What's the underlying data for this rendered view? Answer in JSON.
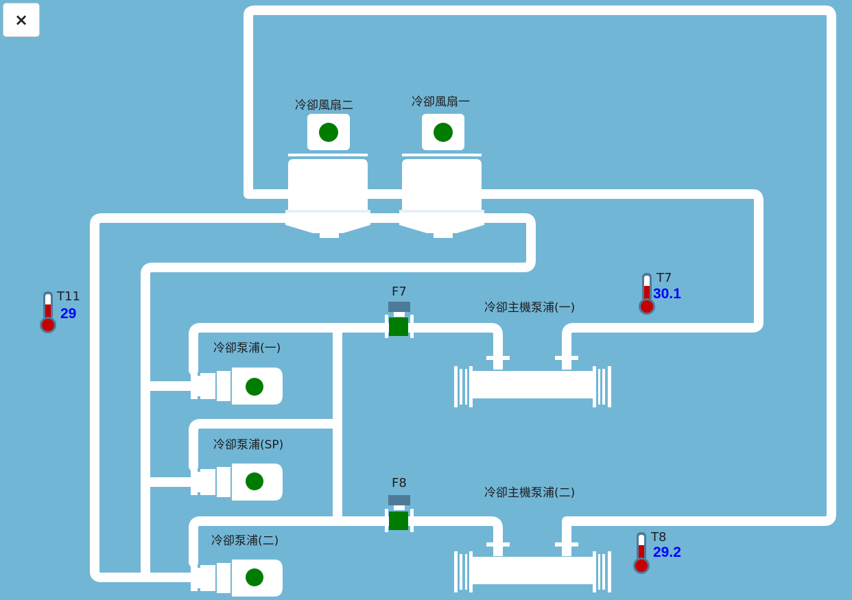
{
  "controls": {
    "close_icon": "×"
  },
  "labels": {
    "fan2": "冷卻風扇二",
    "fan1": "冷卻風扇一",
    "pump1": "冷卻泵浦(一)",
    "pump_sp": "冷卻泵浦(SP)",
    "pump2": "冷卻泵浦(二)",
    "chiller1": "冷卻主機泵浦(一)",
    "chiller2": "冷卻主機泵浦(二)"
  },
  "flow_meters": [
    {
      "tag": "F7"
    },
    {
      "tag": "F8"
    }
  ],
  "temperatures": [
    {
      "tag": "T11",
      "value": "29"
    },
    {
      "tag": "T7",
      "value": "30.1"
    },
    {
      "tag": "T8",
      "value": "29.2"
    }
  ],
  "colors": {
    "background": "#72b6d6",
    "pipe": "#ffffff",
    "status_running": "#007d00",
    "valve_cap": "#4e7a99",
    "thermometer_fill": "#c40000",
    "value_text": "#0000ff"
  }
}
